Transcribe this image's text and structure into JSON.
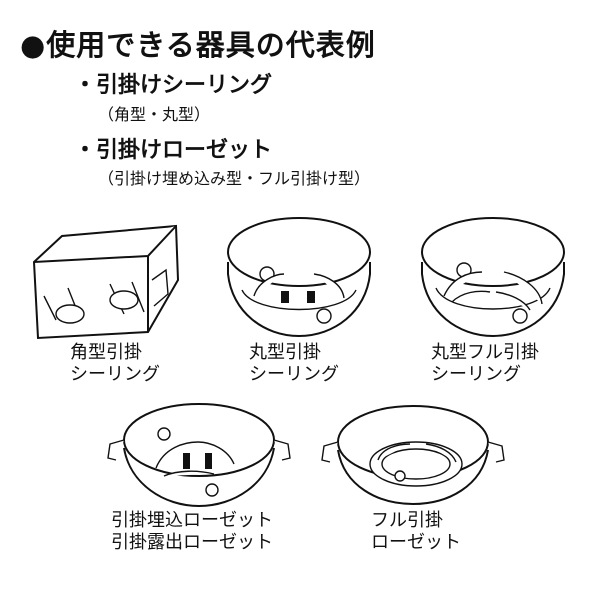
{
  "heading": "●使用できる器具の代表例",
  "list": [
    {
      "bullet": "・引掛けシーリング",
      "note": "（角型・丸型）"
    },
    {
      "bullet": "・引掛けローゼット",
      "note": "（引掛け埋め込み型・フル引掛け型）"
    }
  ],
  "fixtures": [
    {
      "line1": "角型引掛",
      "line2": "シーリング"
    },
    {
      "line1": "丸型引掛",
      "line2": "シーリング"
    },
    {
      "line1": "丸型フル引掛",
      "line2": "シーリング"
    },
    {
      "line1": "引掛埋込ローゼット",
      "line2": "引掛露出ローゼット"
    },
    {
      "line1": "フル引掛",
      "line2": "ローゼット"
    }
  ]
}
